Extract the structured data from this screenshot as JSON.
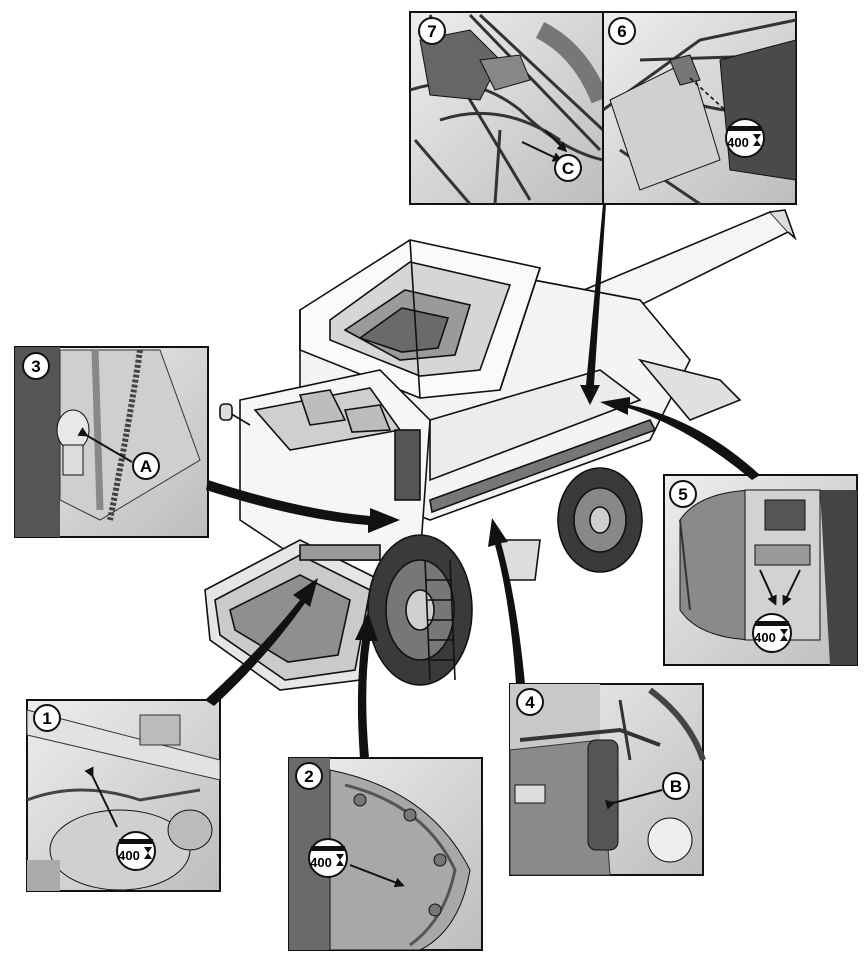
{
  "panels": [
    {
      "id": "1",
      "number": "1",
      "interval": "400"
    },
    {
      "id": "2",
      "number": "2",
      "interval": "400"
    },
    {
      "id": "3",
      "number": "3",
      "callout": "A"
    },
    {
      "id": "4",
      "number": "4",
      "callout": "B"
    },
    {
      "id": "5",
      "number": "5",
      "interval": "400"
    },
    {
      "id": "6",
      "number": "6",
      "interval": "400"
    },
    {
      "id": "7",
      "number": "7",
      "callout": "C"
    }
  ],
  "colors": {
    "line": "#111111",
    "photo_light": "#d9d9d9",
    "photo_mid": "#a8a8a8",
    "photo_dark": "#555555",
    "machine_fill": "#f2f2f2"
  },
  "icons": {
    "interval": "hourglass-icon"
  }
}
